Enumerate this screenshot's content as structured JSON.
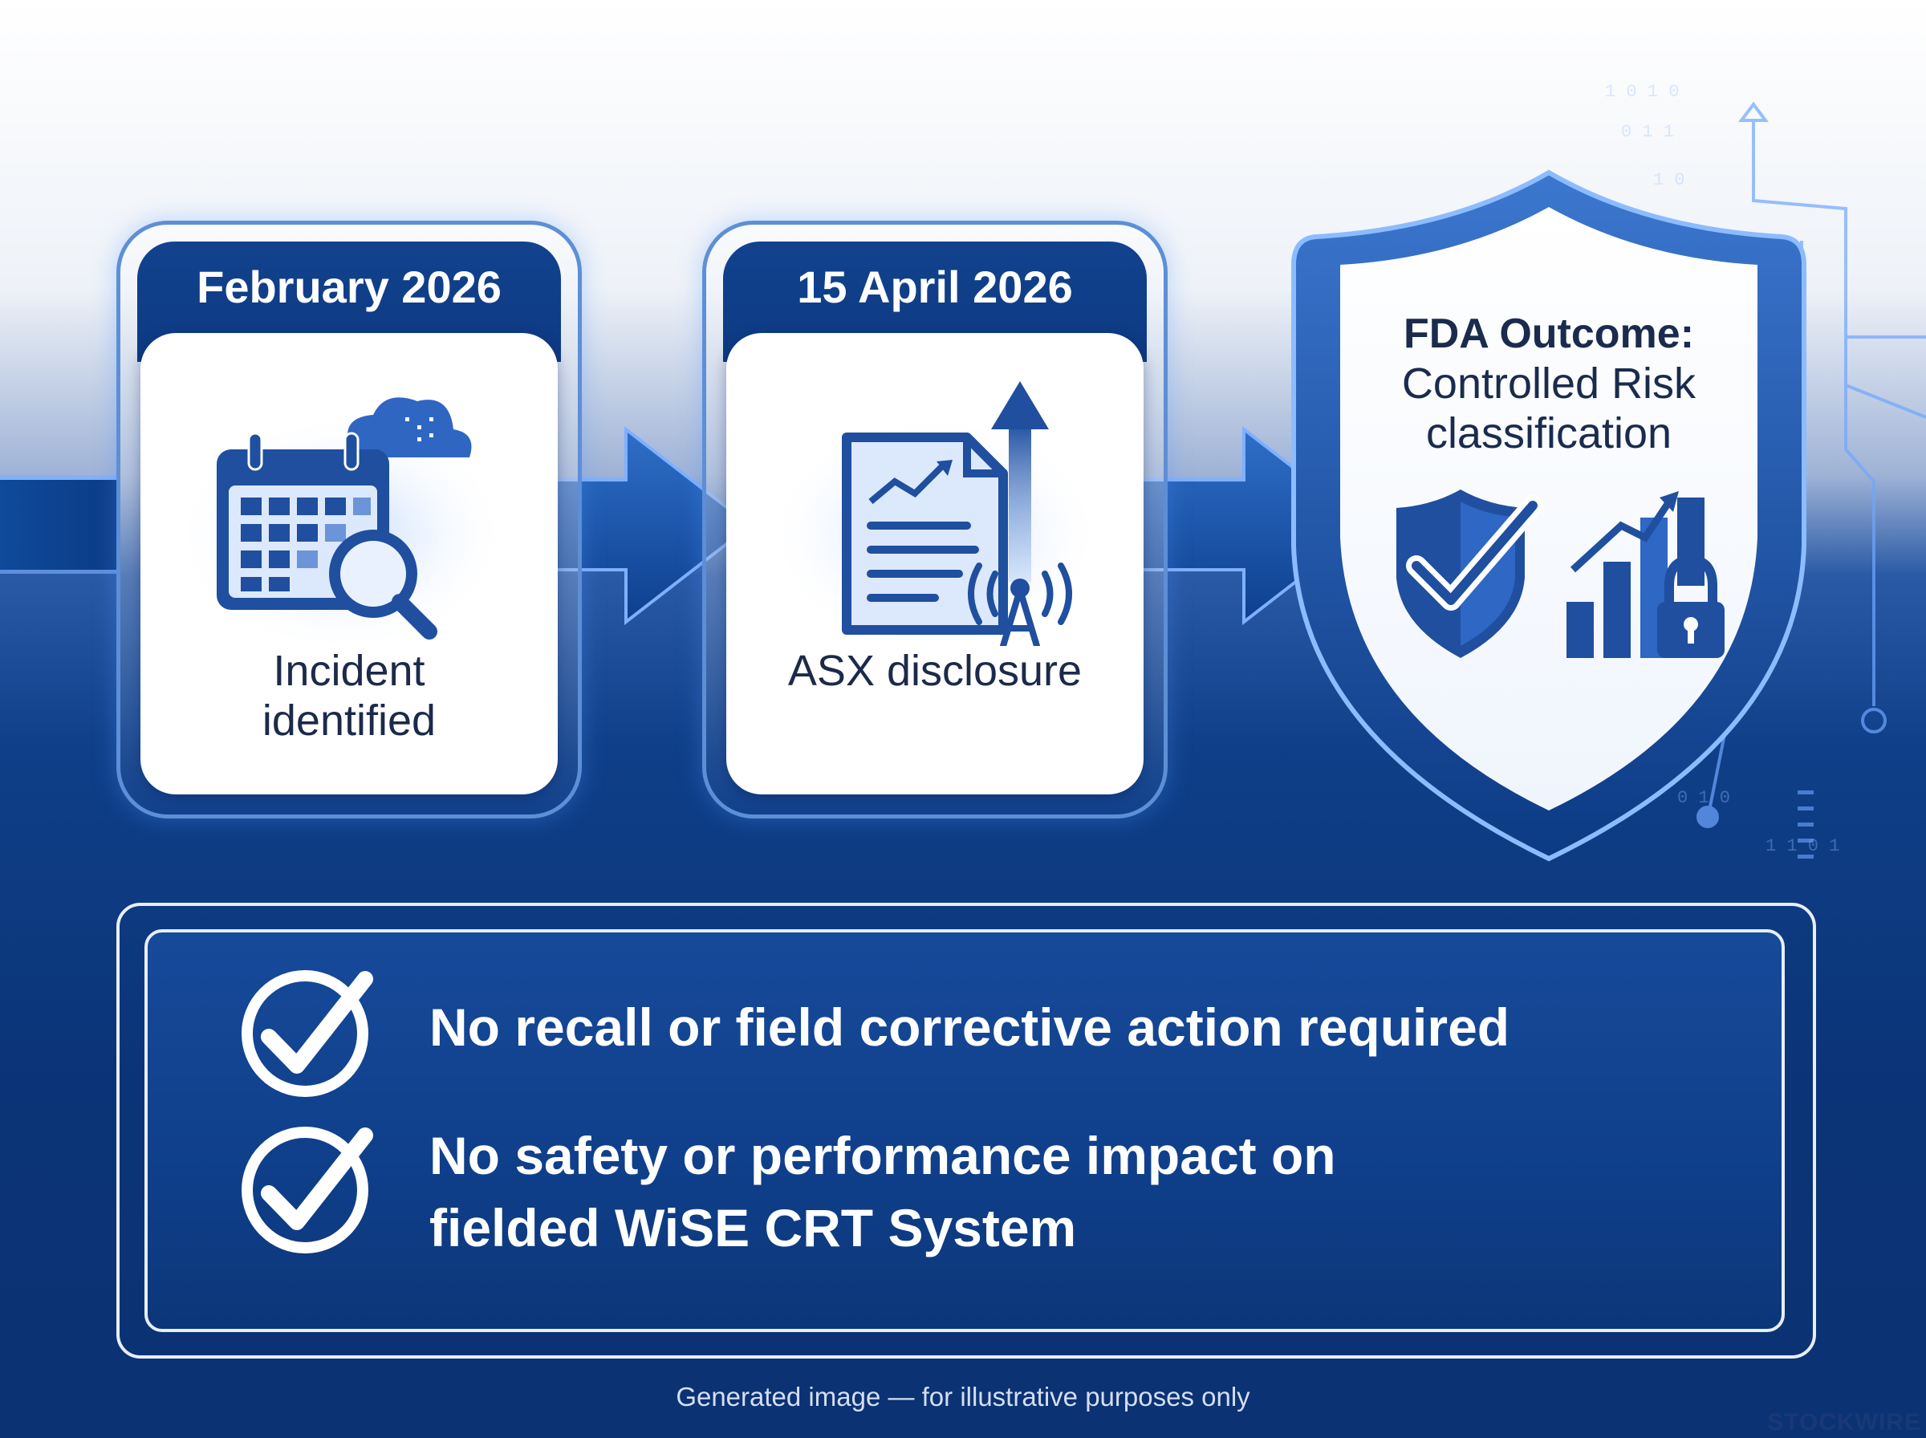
{
  "timeline": {
    "steps": [
      {
        "date": "February 2026",
        "label_lines": [
          "Incident",
          "identified"
        ],
        "icon": "calendar-search-icon"
      },
      {
        "date": "15 April 2026",
        "label_lines": [
          "ASX disclosure"
        ],
        "icon": "document-broadcast-icon"
      }
    ],
    "outcome": {
      "title": "FDA Outcome:",
      "lines": [
        "Controlled Risk",
        "classification"
      ],
      "icon": "shield-check-chart-lock-icon"
    }
  },
  "results": {
    "items": [
      {
        "lines": [
          "No recall or field corrective action required"
        ],
        "icon": "check-circle-icon"
      },
      {
        "lines": [
          "No safety or performance impact on",
          "fielded WiSE CRT System"
        ],
        "icon": "check-circle-icon"
      }
    ]
  },
  "footnote": "Generated image — for illustrative purposes only",
  "watermark": "STOCKWIRE",
  "colors": {
    "navy": "#0d3a82",
    "accent": "#5d8fd6",
    "text_dark": "#1c2a4a",
    "white": "#ffffff"
  }
}
